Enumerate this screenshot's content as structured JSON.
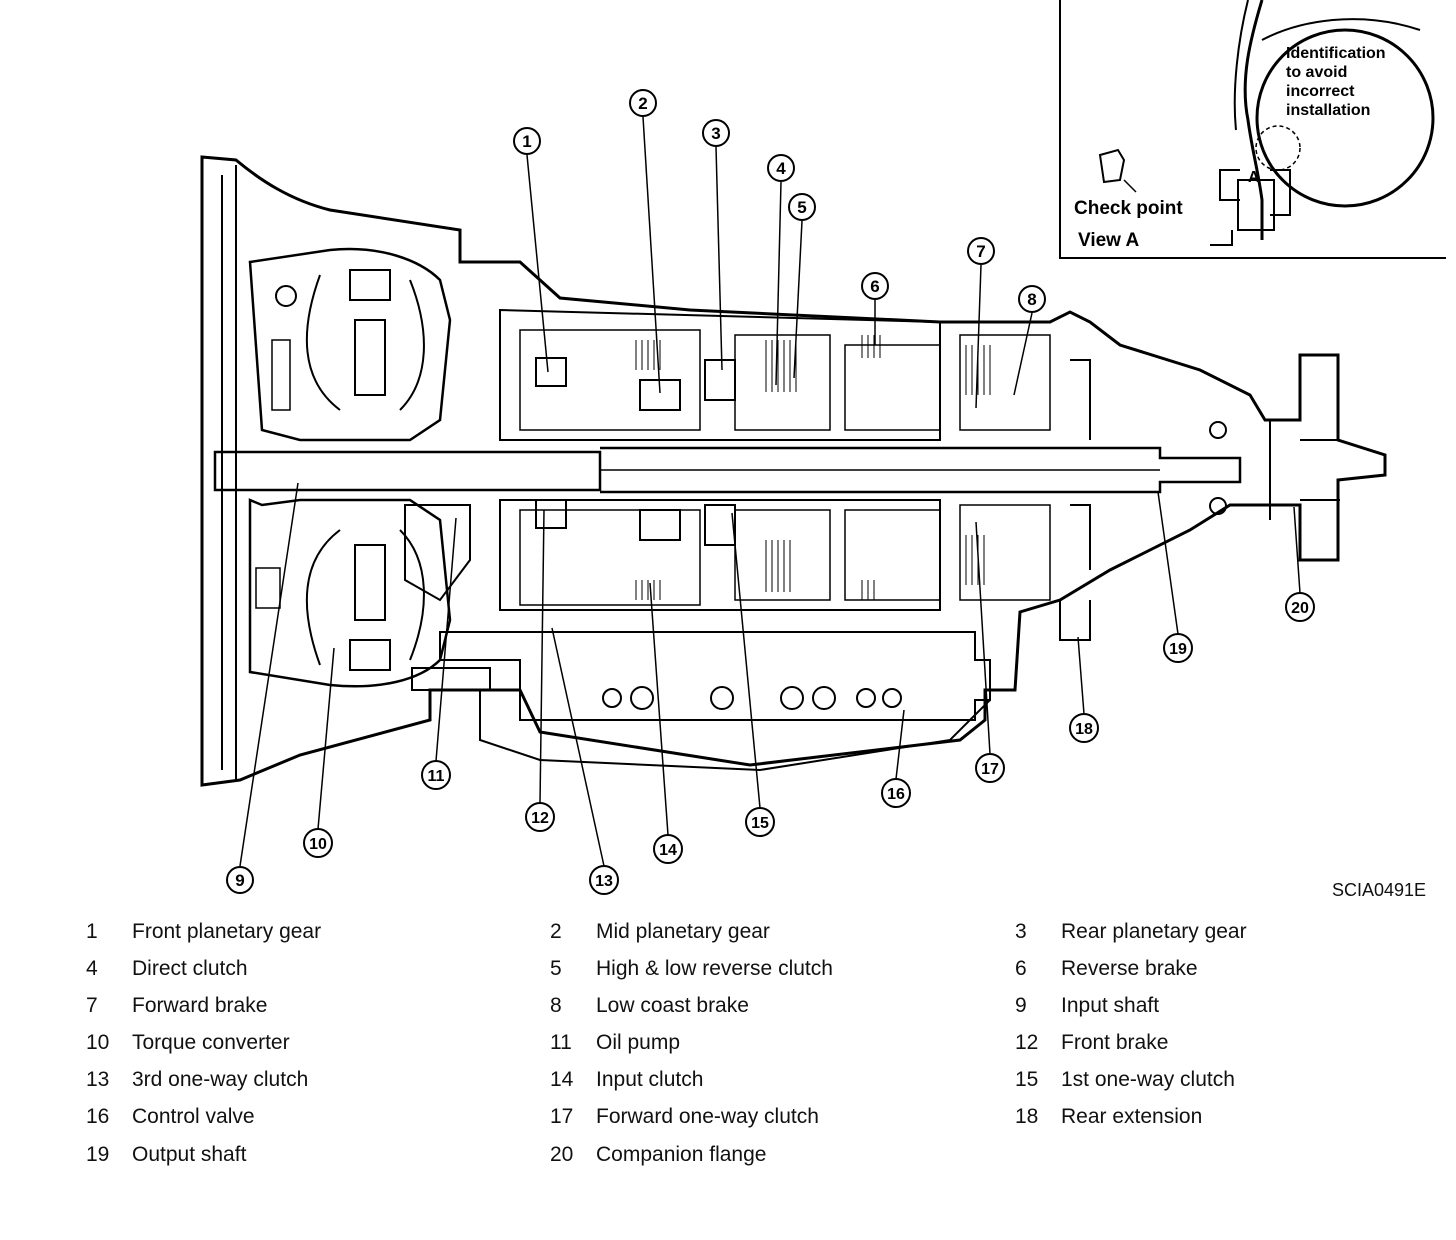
{
  "inset": {
    "note": "Identification to avoid incorrect installation",
    "note_lines": [
      "Identification",
      "to avoid",
      "incorrect",
      "installation"
    ],
    "check_point": "Check point",
    "view": "View A",
    "marker": "A"
  },
  "figure_code": "SCIA0491E",
  "callouts": [
    "1",
    "2",
    "3",
    "4",
    "5",
    "6",
    "7",
    "8",
    "9",
    "10",
    "11",
    "12",
    "13",
    "14",
    "15",
    "16",
    "17",
    "18",
    "19",
    "20"
  ],
  "legend": [
    {
      "num": "1",
      "label": "Front planetary gear"
    },
    {
      "num": "2",
      "label": "Mid planetary gear"
    },
    {
      "num": "3",
      "label": "Rear planetary gear"
    },
    {
      "num": "4",
      "label": "Direct clutch"
    },
    {
      "num": "5",
      "label": "High & low reverse clutch"
    },
    {
      "num": "6",
      "label": "Reverse brake"
    },
    {
      "num": "7",
      "label": "Forward brake"
    },
    {
      "num": "8",
      "label": "Low coast brake"
    },
    {
      "num": "9",
      "label": "Input shaft"
    },
    {
      "num": "10",
      "label": "Torque converter"
    },
    {
      "num": "11",
      "label": "Oil pump"
    },
    {
      "num": "12",
      "label": "Front brake"
    },
    {
      "num": "13",
      "label": "3rd one-way clutch"
    },
    {
      "num": "14",
      "label": "Input clutch"
    },
    {
      "num": "15",
      "label": "1st one-way clutch"
    },
    {
      "num": "16",
      "label": "Control valve"
    },
    {
      "num": "17",
      "label": "Forward one-way clutch"
    },
    {
      "num": "18",
      "label": "Rear extension"
    },
    {
      "num": "19",
      "label": "Output shaft"
    },
    {
      "num": "20",
      "label": "Companion flange"
    }
  ]
}
